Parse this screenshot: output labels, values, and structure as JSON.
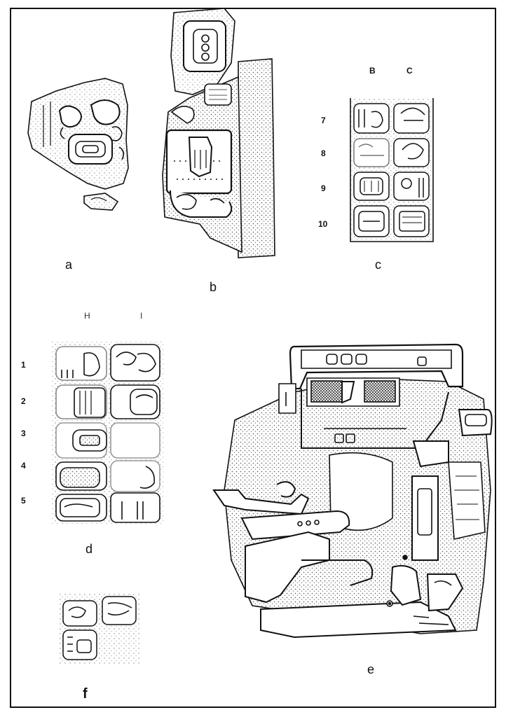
{
  "panels": {
    "a": "a",
    "b": "b",
    "c": "c",
    "d": "d",
    "e": "e",
    "f": "f"
  },
  "panel_c": {
    "columns": [
      "B",
      "C"
    ],
    "rows": [
      "7",
      "8",
      "9",
      "10"
    ]
  },
  "panel_d": {
    "columns": [
      "H",
      "I"
    ],
    "rows": [
      "1",
      "2",
      "3",
      "4",
      "5"
    ]
  }
}
